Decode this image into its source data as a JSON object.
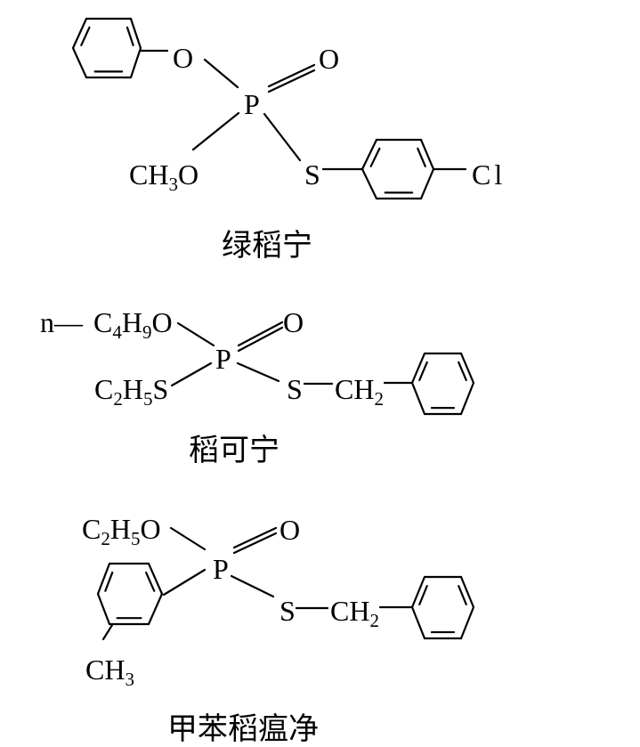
{
  "compounds": [
    {
      "name": "绿稻宁",
      "atoms": {
        "o_ether": "O",
        "o_double": "O",
        "p": "P",
        "methoxy": [
          "CH",
          "3",
          "O"
        ],
        "s": "S",
        "cl": "Cl"
      }
    },
    {
      "name": "稻可宁",
      "atoms": {
        "prefix": "n—",
        "butoxy": [
          "C",
          "4",
          "H",
          "9",
          "O"
        ],
        "ethylthio": [
          "C",
          "2",
          "H",
          "5",
          "S"
        ],
        "p": "P",
        "o_double": "O",
        "s": "S",
        "ch2": [
          "CH",
          "2"
        ]
      }
    },
    {
      "name": "甲苯稻瘟净",
      "atoms": {
        "ethoxy": [
          "C",
          "2",
          "H",
          "5",
          "O"
        ],
        "p": "P",
        "o_double": "O",
        "s": "S",
        "ch2": [
          "CH",
          "2"
        ],
        "ch3": [
          "CH",
          "3"
        ]
      }
    }
  ]
}
